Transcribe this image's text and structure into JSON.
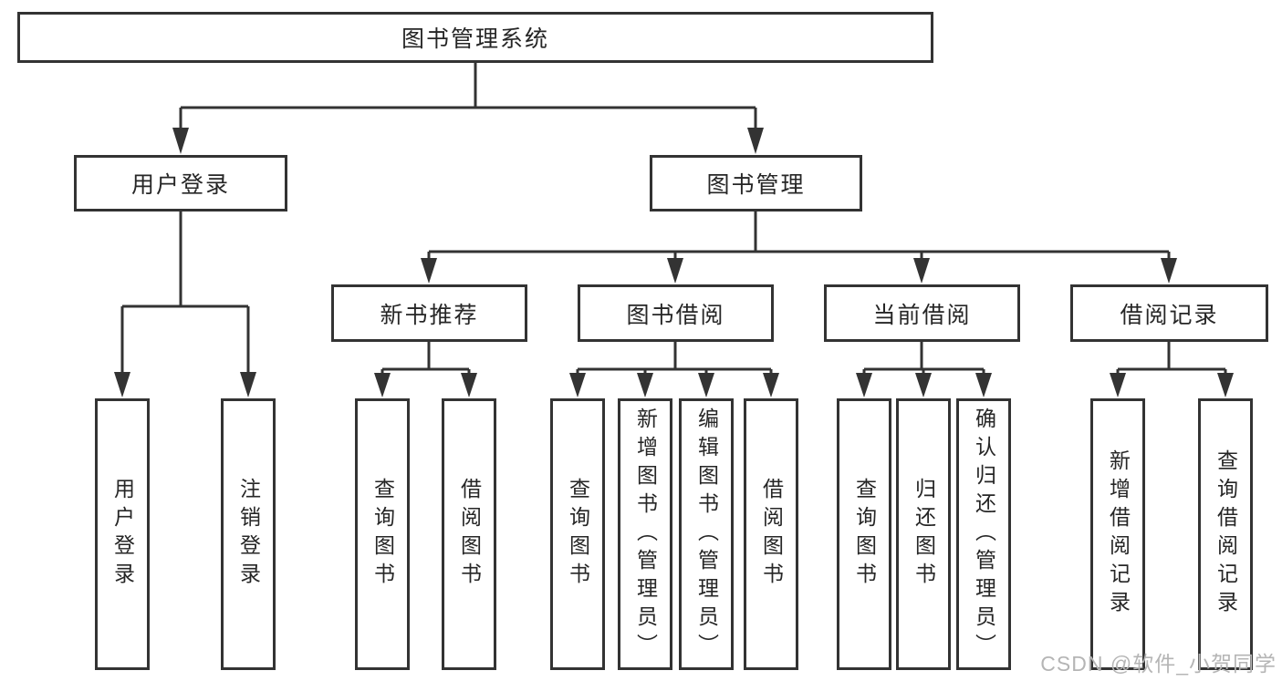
{
  "diagram": {
    "root": {
      "label": "图书管理系统"
    },
    "level2": [
      {
        "label": "用户登录"
      },
      {
        "label": "图书管理"
      }
    ],
    "level3": [
      {
        "label": "新书推荐"
      },
      {
        "label": "图书借阅"
      },
      {
        "label": "当前借阅"
      },
      {
        "label": "借阅记录"
      }
    ],
    "leaves": {
      "user_login": [
        {
          "label": "用户登录"
        },
        {
          "label": "注销登录"
        }
      ],
      "new_book": [
        {
          "label": "查询图书"
        },
        {
          "label": "借阅图书"
        }
      ],
      "borrow": [
        {
          "label": "查询图书"
        },
        {
          "label": "新增图书（管理员）"
        },
        {
          "label": "编辑图书（管理员）"
        },
        {
          "label": "借阅图书"
        }
      ],
      "current": [
        {
          "label": "查询图书"
        },
        {
          "label": "归还图书"
        },
        {
          "label": "确认归还（管理员）"
        }
      ],
      "records": [
        {
          "label": "新增借阅记录"
        },
        {
          "label": "查询借阅记录"
        }
      ]
    },
    "watermark": {
      "text": "CSDN @软件_小贺同学",
      "color": "#b5b5b5"
    },
    "colors": {
      "line": "#333333",
      "box_border": "#333333",
      "box_fill": "#ffffff",
      "text": "#262626",
      "background": "#ffffff"
    }
  }
}
